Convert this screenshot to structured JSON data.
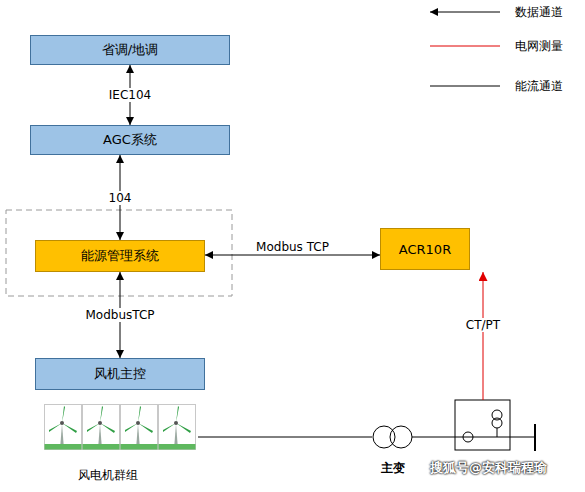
{
  "diagram": {
    "nodes": [
      {
        "text": [
          "省调/地调"
        ]
      },
      {
        "text": [
          "AGC系统"
        ]
      },
      {
        "text": [
          "能源管理系统"
        ]
      },
      {
        "text": [
          "ACR10R"
        ]
      },
      {
        "text": [
          "风机主控"
        ]
      }
    ],
    "edges": [
      {
        "from": 0,
        "to": 1,
        "label": "IEC104",
        "arrow": "both"
      },
      {
        "from": 1,
        "to": 2,
        "label": "104",
        "arrow": "both"
      },
      {
        "from": 2,
        "to": 3,
        "label": "Modbus TCP",
        "arrow": "both"
      },
      {
        "from": 2,
        "to": 4,
        "label": "ModbusTCP",
        "arrow": "both"
      }
    ],
    "labels": [
      "CT/PT",
      "风电机群组",
      "主变",
      "搜狐号@安科瑞程瑜"
    ],
    "legend": [
      {
        "text": "数据通道"
      },
      {
        "text": "电网测量"
      },
      {
        "text": "能流通道"
      }
    ]
  }
}
